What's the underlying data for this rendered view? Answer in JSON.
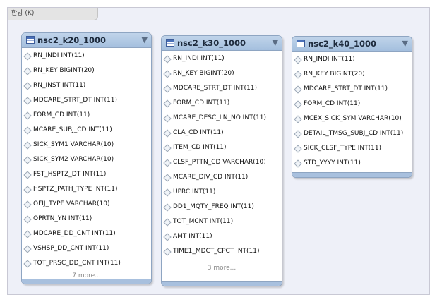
{
  "layer": {
    "label": "한방 (K)"
  },
  "tables": [
    {
      "name": "nsc2_k20_1000",
      "columns": [
        "RN_INDI INT(11)",
        "RN_KEY BIGINT(20)",
        "RN_INST INT(11)",
        "MDCARE_STRT_DT INT(11)",
        "FORM_CD INT(11)",
        "MCARE_SUBJ_CD INT(11)",
        "SICK_SYM1 VARCHAR(10)",
        "SICK_SYM2 VARCHAR(10)",
        "FST_HSPTZ_DT INT(11)",
        "HSPTZ_PATH_TYPE INT(11)",
        "OFIJ_TYPE VARCHAR(10)",
        "OPRTN_YN INT(11)",
        "MDCARE_DD_CNT INT(11)",
        "VSHSP_DD_CNT INT(11)",
        "TOT_PRSC_DD_CNT INT(11)"
      ],
      "more": "7 more..."
    },
    {
      "name": "nsc2_k30_1000",
      "columns": [
        "RN_INDI INT(11)",
        "RN_KEY BIGINT(20)",
        "MDCARE_STRT_DT INT(11)",
        "FORM_CD INT(11)",
        "MCARE_DESC_LN_NO INT(11)",
        "CLA_CD INT(11)",
        "ITEM_CD INT(11)",
        "CLSF_PTTN_CD VARCHAR(10)",
        "MCARE_DIV_CD INT(11)",
        "UPRC INT(11)",
        "DD1_MQTY_FREQ INT(11)",
        "TOT_MCNT INT(11)",
        "AMT INT(11)",
        "TIME1_MDCT_CPCT INT(11)"
      ],
      "more": "3 more..."
    },
    {
      "name": "nsc2_k40_1000",
      "columns": [
        "RN_INDI INT(11)",
        "RN_KEY BIGINT(20)",
        "MDCARE_STRT_DT INT(11)",
        "FORM_CD INT(11)",
        "MCEX_SICK_SYM VARCHAR(10)",
        "DETAIL_TMSG_SUBJ_CD INT(11)",
        "SICK_CLSF_TYPE INT(11)",
        "STD_YYYY INT(11)"
      ],
      "more": ""
    }
  ]
}
